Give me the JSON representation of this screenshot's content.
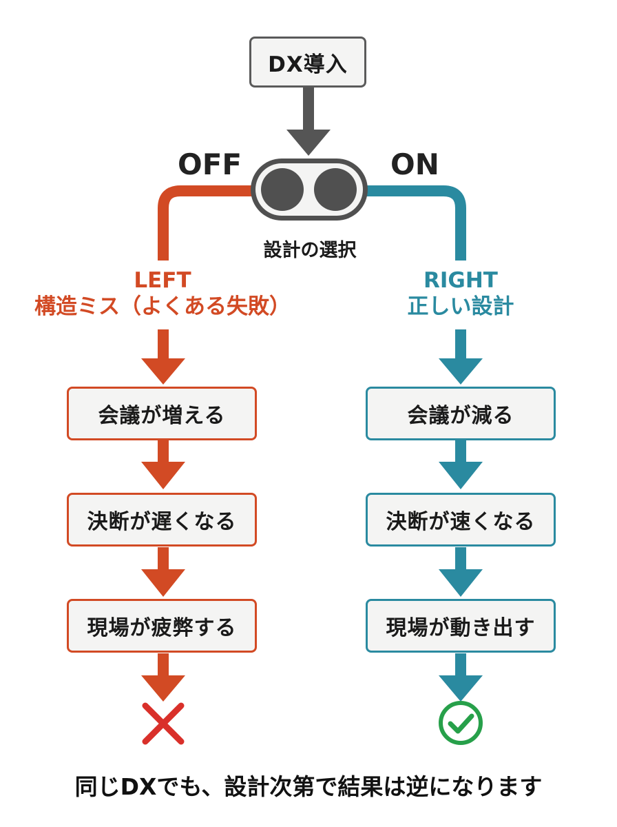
{
  "diagram": {
    "start_node": "DX導入",
    "switch": {
      "off_label": "OFF",
      "on_label": "ON",
      "caption": "設計の選択"
    },
    "left_branch": {
      "title": "LEFT",
      "subtitle": "構造ミス（よくある失敗）",
      "steps": [
        "会議が増える",
        "決断が遅くなる",
        "現場が疲弊する"
      ],
      "outcome_icon": "cross-icon",
      "color": "#d24a24"
    },
    "right_branch": {
      "title": "RIGHT",
      "subtitle": "正しい設計",
      "steps": [
        "会議が減る",
        "決断が速くなる",
        "現場が動き出す"
      ],
      "outcome_icon": "check-circle-icon",
      "color": "#2a8aa0"
    },
    "footer": "同じDXでも、設計次第で結果は逆になります"
  }
}
